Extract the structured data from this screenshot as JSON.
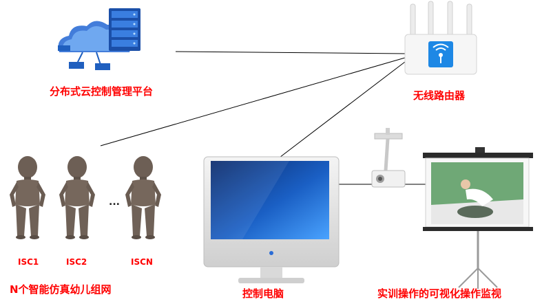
{
  "nodes": {
    "cloud_platform": "分布式云控制管理平台",
    "router": "无线路由器",
    "network": "N个智能仿真幼儿组网",
    "control_pc": "控制电脑",
    "display": "实训操作的可视化操作监视"
  },
  "infants": [
    "ISC1",
    "ISC2",
    "ISCN"
  ],
  "ellipsis": "...",
  "icons": [
    "cloud-server-icon",
    "wifi-router-icon",
    "infant-manikin-icon",
    "monitor-icon",
    "projector-icon",
    "projection-screen-icon"
  ],
  "colors": {
    "label": "#ff0000",
    "link": "#000000",
    "server_blue": "#1f5fbf",
    "wifi_blue": "#1e88e5"
  }
}
